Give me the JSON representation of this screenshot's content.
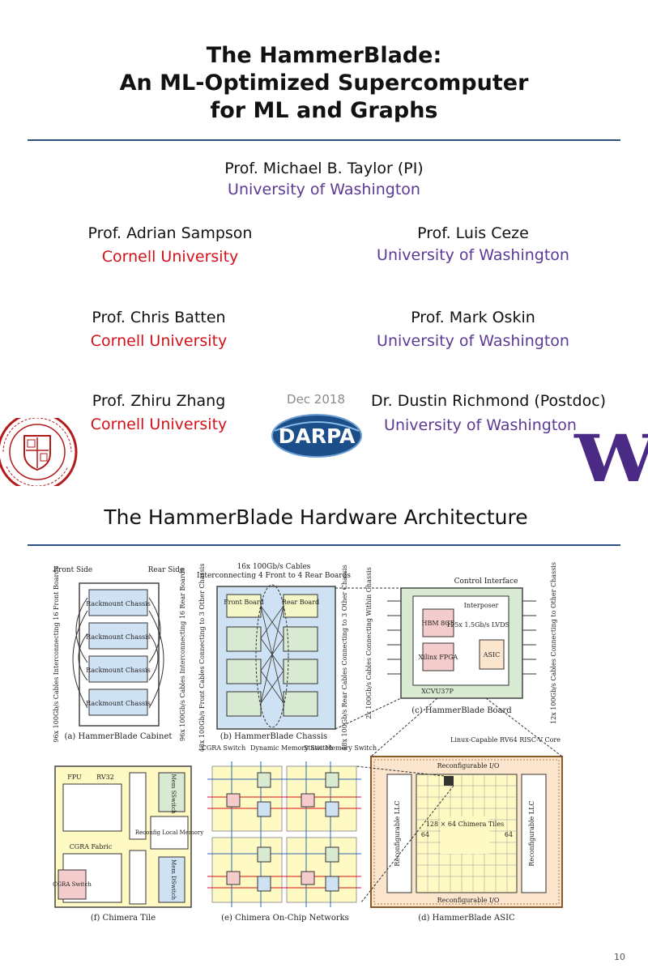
{
  "title": {
    "line1": "The HammerBlade:",
    "line2": "An ML-Optimized Supercomputer",
    "line3": "for ML and Graphs"
  },
  "pi": {
    "name": "Prof. Michael B. Taylor (PI)",
    "affiliation": "University of Washington"
  },
  "people_left": [
    {
      "name": "Prof. Adrian Sampson",
      "affiliation": "Cornell University"
    },
    {
      "name": "Prof. Chris Batten",
      "affiliation": "Cornell University"
    },
    {
      "name": "Prof. Zhiru Zhang",
      "affiliation": "Cornell University"
    }
  ],
  "people_right": [
    {
      "name": "Prof. Luis Ceze",
      "affiliation": "University of Washington"
    },
    {
      "name": "Prof. Mark Oskin",
      "affiliation": "University of Washington"
    },
    {
      "name": "Dr. Dustin Richmond (Postdoc)",
      "affiliation": "University of Washington"
    }
  ],
  "date": "Dec 2018",
  "darpa_logo_text": "DARPA",
  "uw_logo_text": "W",
  "section_title": "The HammerBlade Hardware Architecture",
  "diagram": {
    "cabinet": {
      "front": "Front Side",
      "rear": "Rear Side",
      "chassis": [
        "Rackmount Chassis",
        "Rackmount Chassis",
        "Rackmount Chassis",
        "Rackmount Chassis"
      ],
      "left_label": "96x 100Gb/s Cables Interconnecting 16 Front Boards",
      "right_label": "96x 100Gb/s Cables Interconnecting 16 Rear Boards",
      "caption": "(a) HammerBlade Cabinet"
    },
    "chassis": {
      "top_label_1": "16x 100Gb/s Cables",
      "top_label_2": "Interconnecting 4 Front to 4 Rear Boards",
      "front_board": "Front Board",
      "rear_board": "Rear Board",
      "left_label": "48x 100Gb/s Front Cables Connecting to 3 Other Chassis",
      "right_label": "48x 100Gb/s Rear Cables Connecting to 3 Other Chassis",
      "caption": "(b) HammerBlade Chassis"
    },
    "board": {
      "control": "Control Interface",
      "interposer": "Interposer",
      "hbm": "HBM 8GB",
      "fpga": "Xilinx FPGA",
      "link": "125x 1.5Gb/s LVDS",
      "asic": "ASIC",
      "part": "XCVU37P",
      "left_label": "2x 100Gb/s Cables Connecting Within Chassis",
      "right_label": "12x 100Gb/s Cables Connecting to Other Chassis",
      "caption": "(c) HammerBlade Board"
    },
    "tile": {
      "fpu": "FPU",
      "rv32": "RV32",
      "mem_ss": "Mem SSwitch",
      "reconfig": "Reconfig Local Memory",
      "cgra_fabric": "CGRA Fabric",
      "cgra_switch": "CGRA Switch",
      "mem_ds": "Mem DSwitch",
      "caption": "(f) Chimera Tile"
    },
    "noc": {
      "cgra_switch": "CGRA Switch",
      "dynamic": "Dynamic Memory Switch",
      "static": "Static Memory Switch",
      "caption": "(e) Chimera On-Chip Networks"
    },
    "asic": {
      "linux": "Linux-Capable RV64 RISC-V Core",
      "io_top": "Reconfigurable I/O",
      "io_bottom": "Reconfigurable I/O",
      "llc_left": "Reconfigurable LLC",
      "llc_right": "Reconfigurable LLC",
      "tiles": "128 × 64 Chimera Tiles",
      "n64": "64",
      "caption": "(d) HammerBlade ASIC"
    }
  },
  "page_number": "10",
  "colors": {
    "cornell": "#d4111a",
    "uw": "#5b3a96",
    "rule": "#2b4f7e",
    "darpa": "#1c4e8a"
  }
}
